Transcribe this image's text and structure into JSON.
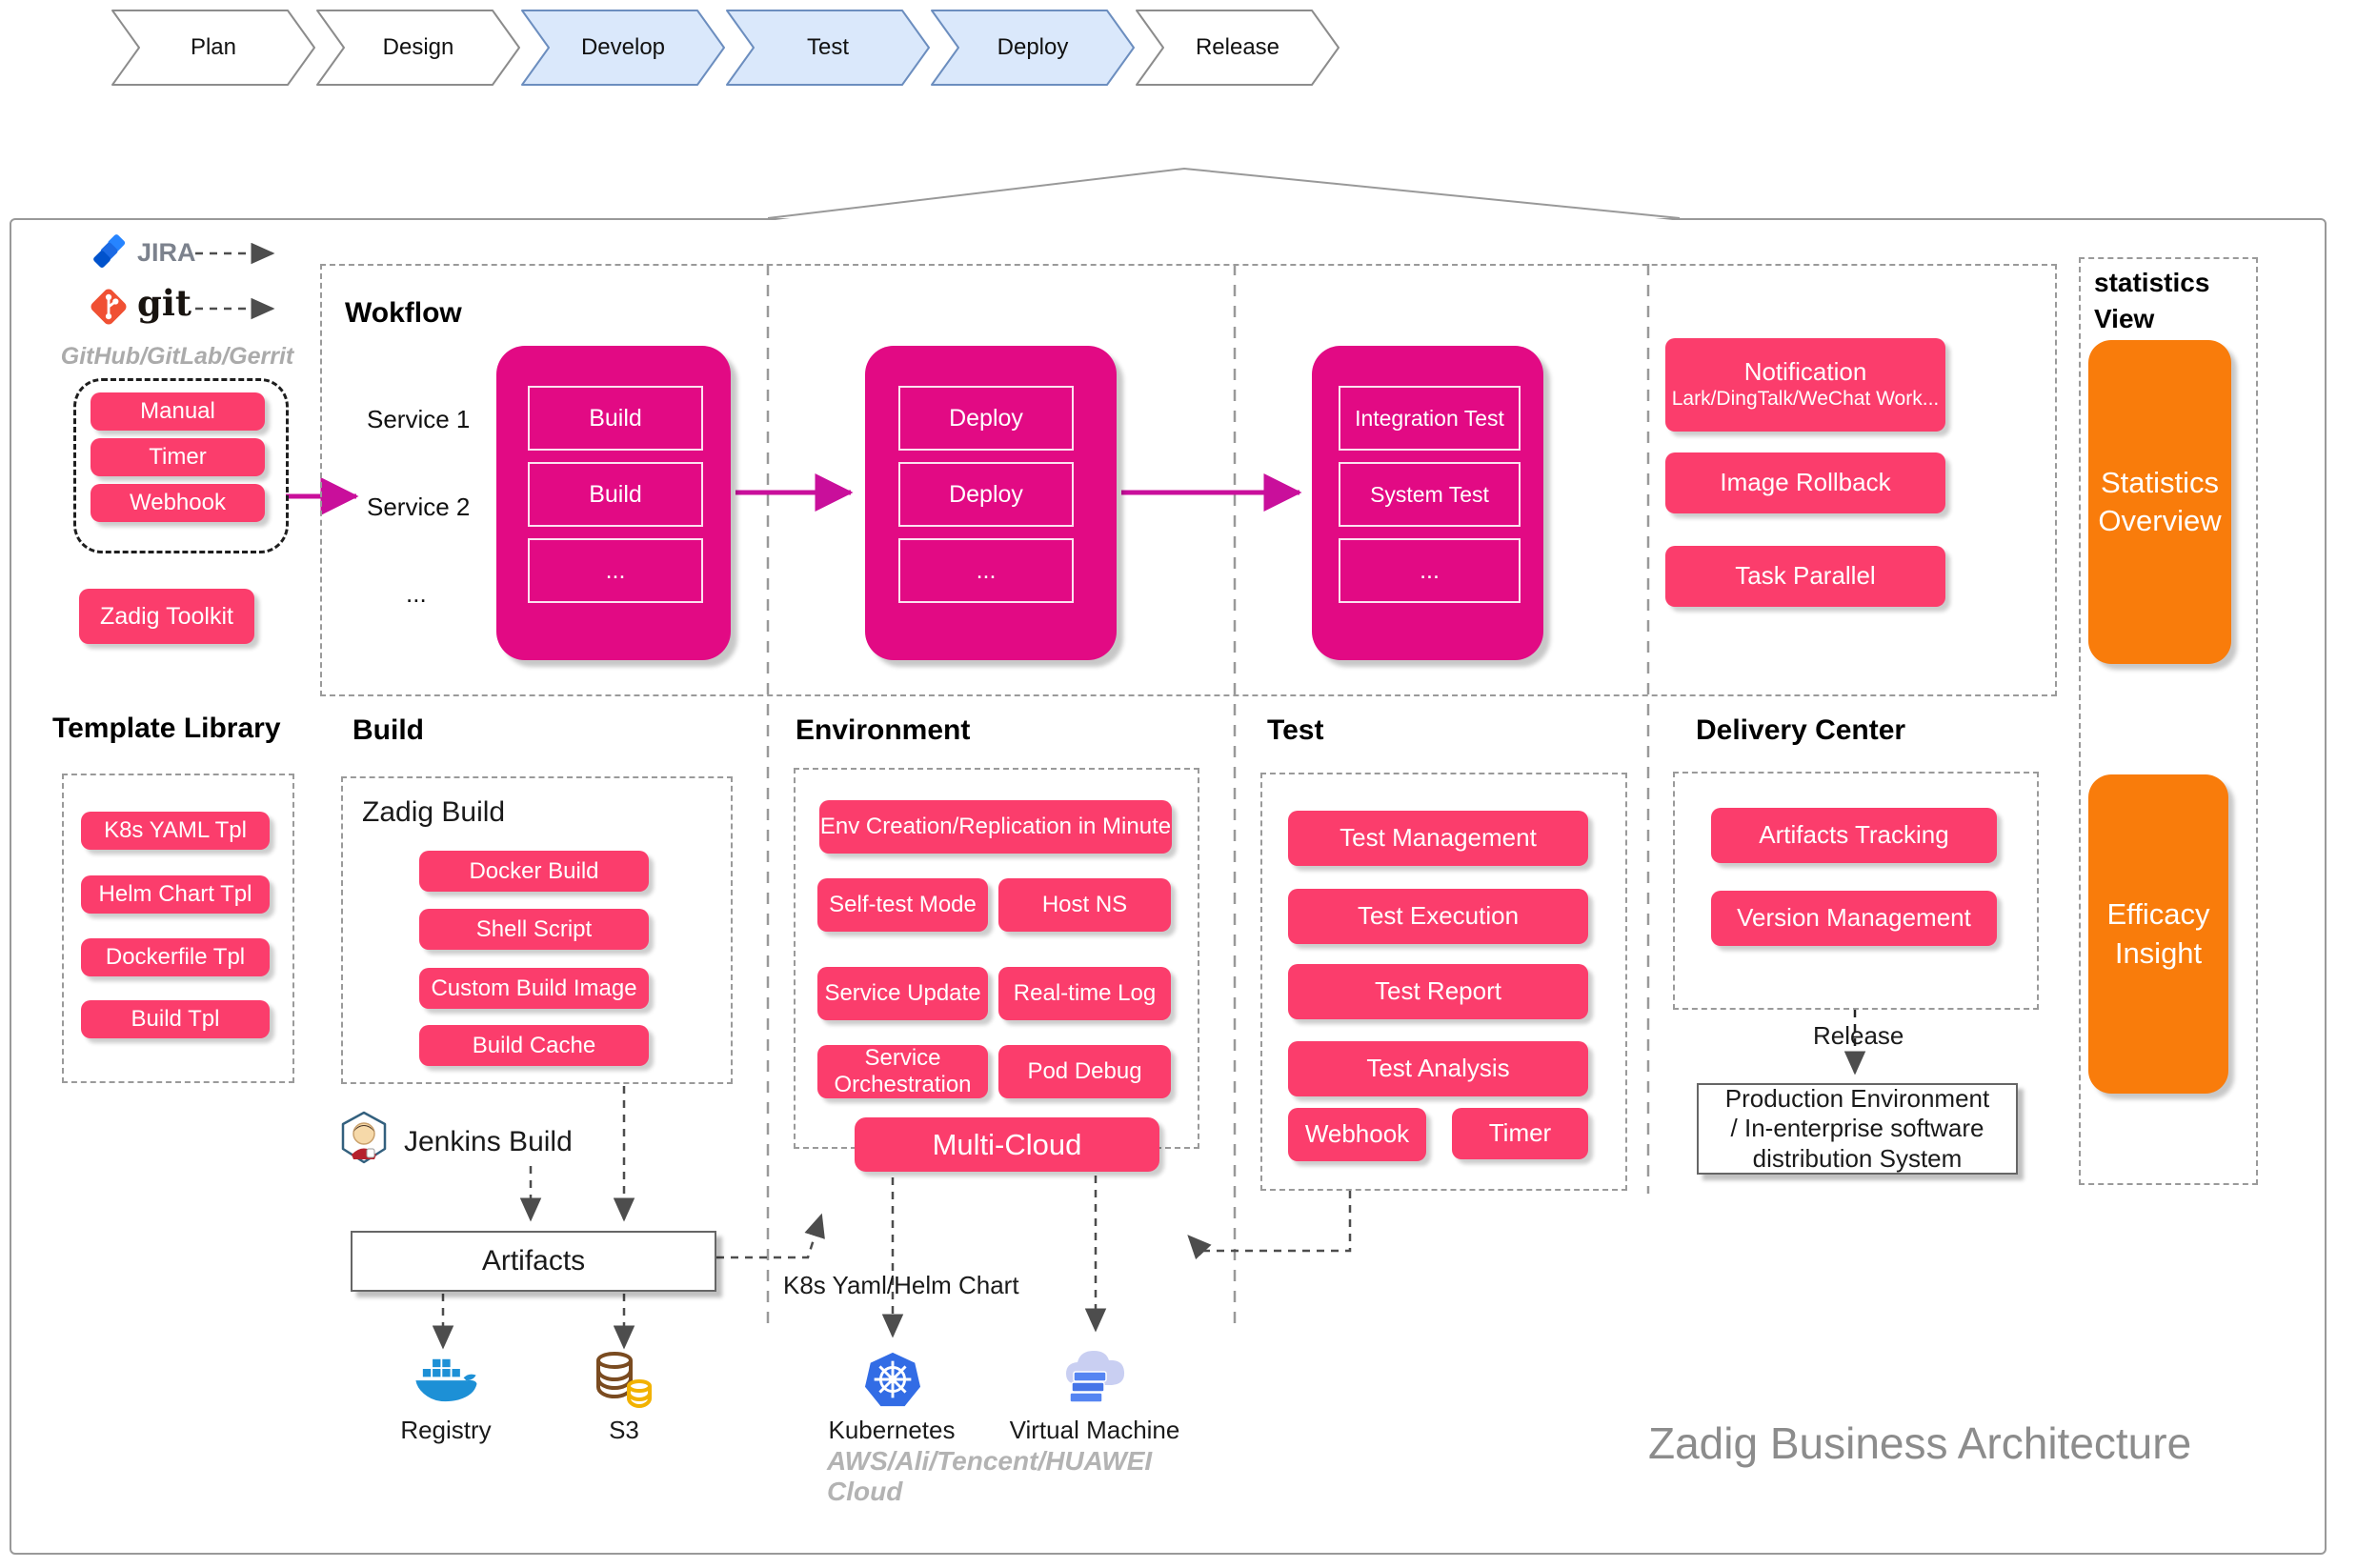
{
  "colors": {
    "button_pink": "#FB3D6C",
    "group_magenta": "#E20A84",
    "flow_arrow_magenta": "#C90F9B",
    "card_orange": "#F97C0B",
    "stage_highlight_blue": "#DAE8FB",
    "stage_highlight_border": "#6C8EBF",
    "line_gray": "#999999"
  },
  "pipeline": {
    "stages": [
      {
        "label": "Plan",
        "highlighted": false
      },
      {
        "label": "Design",
        "highlighted": false
      },
      {
        "label": "Develop",
        "highlighted": true
      },
      {
        "label": "Test",
        "highlighted": true
      },
      {
        "label": "Deploy",
        "highlighted": true
      },
      {
        "label": "Release",
        "highlighted": false
      }
    ]
  },
  "integrations": {
    "jira": "JIRA",
    "git": "git",
    "note": "GitHub/GitLab/Gerrit"
  },
  "triggers": {
    "items": [
      "Manual",
      "Timer",
      "Webhook"
    ],
    "toolkit": "Zadig Toolkit"
  },
  "workflow": {
    "title": "Wokflow",
    "services": [
      "Service 1",
      "Service 2",
      "..."
    ],
    "groups": [
      {
        "steps": [
          "Build",
          "Build",
          "..."
        ]
      },
      {
        "steps": [
          "Deploy",
          "Deploy",
          "..."
        ]
      },
      {
        "steps": [
          "Integration Test",
          "System Test",
          "..."
        ]
      }
    ],
    "notification": {
      "title": "Notification",
      "subtitle": "Lark/DingTalk/WeChat Work..."
    },
    "side_buttons": [
      "Image Rollback",
      "Task Parallel"
    ]
  },
  "statistics": {
    "title": "statistics\nView",
    "overview": "Statistics Overview",
    "efficacy": "Efficacy Insight"
  },
  "template_library": {
    "title": "Template Library",
    "items": [
      "K8s YAML Tpl",
      "Helm Chart Tpl",
      "Dockerfile Tpl",
      "Build Tpl"
    ]
  },
  "build": {
    "title": "Build",
    "zadig_title": "Zadig Build",
    "items": [
      "Docker Build",
      "Shell Script",
      "Custom Build Image",
      "Build Cache"
    ],
    "jenkins": "Jenkins Build",
    "artifacts": "Artifacts",
    "registry": "Registry",
    "s3": "S3"
  },
  "environment": {
    "title": "Environment",
    "wide": "Env Creation/Replication in Minute",
    "grid": [
      "Self-test Mode",
      "Host NS",
      "Service Update",
      "Real-time Log",
      "Service Orchestration",
      "Pod Debug"
    ],
    "multi_cloud": "Multi-Cloud",
    "k8s_note": "K8s Yaml/Helm Chart",
    "kubernetes": "Kubernetes",
    "vm": "Virtual Machine",
    "cloud_note": "AWS/Ali/Tencent/HUAWEI Cloud"
  },
  "test": {
    "title": "Test",
    "items": [
      "Test Management",
      "Test Execution",
      "Test Report",
      "Test Analysis"
    ],
    "small": [
      "Webhook",
      "Timer"
    ]
  },
  "delivery": {
    "title": "Delivery Center",
    "items": [
      "Artifacts Tracking",
      "Version Management"
    ],
    "release": "Release",
    "production": "Production Environment\n/ In-enterprise software\ndistribution System"
  },
  "footer_title": "Zadig Business Architecture"
}
